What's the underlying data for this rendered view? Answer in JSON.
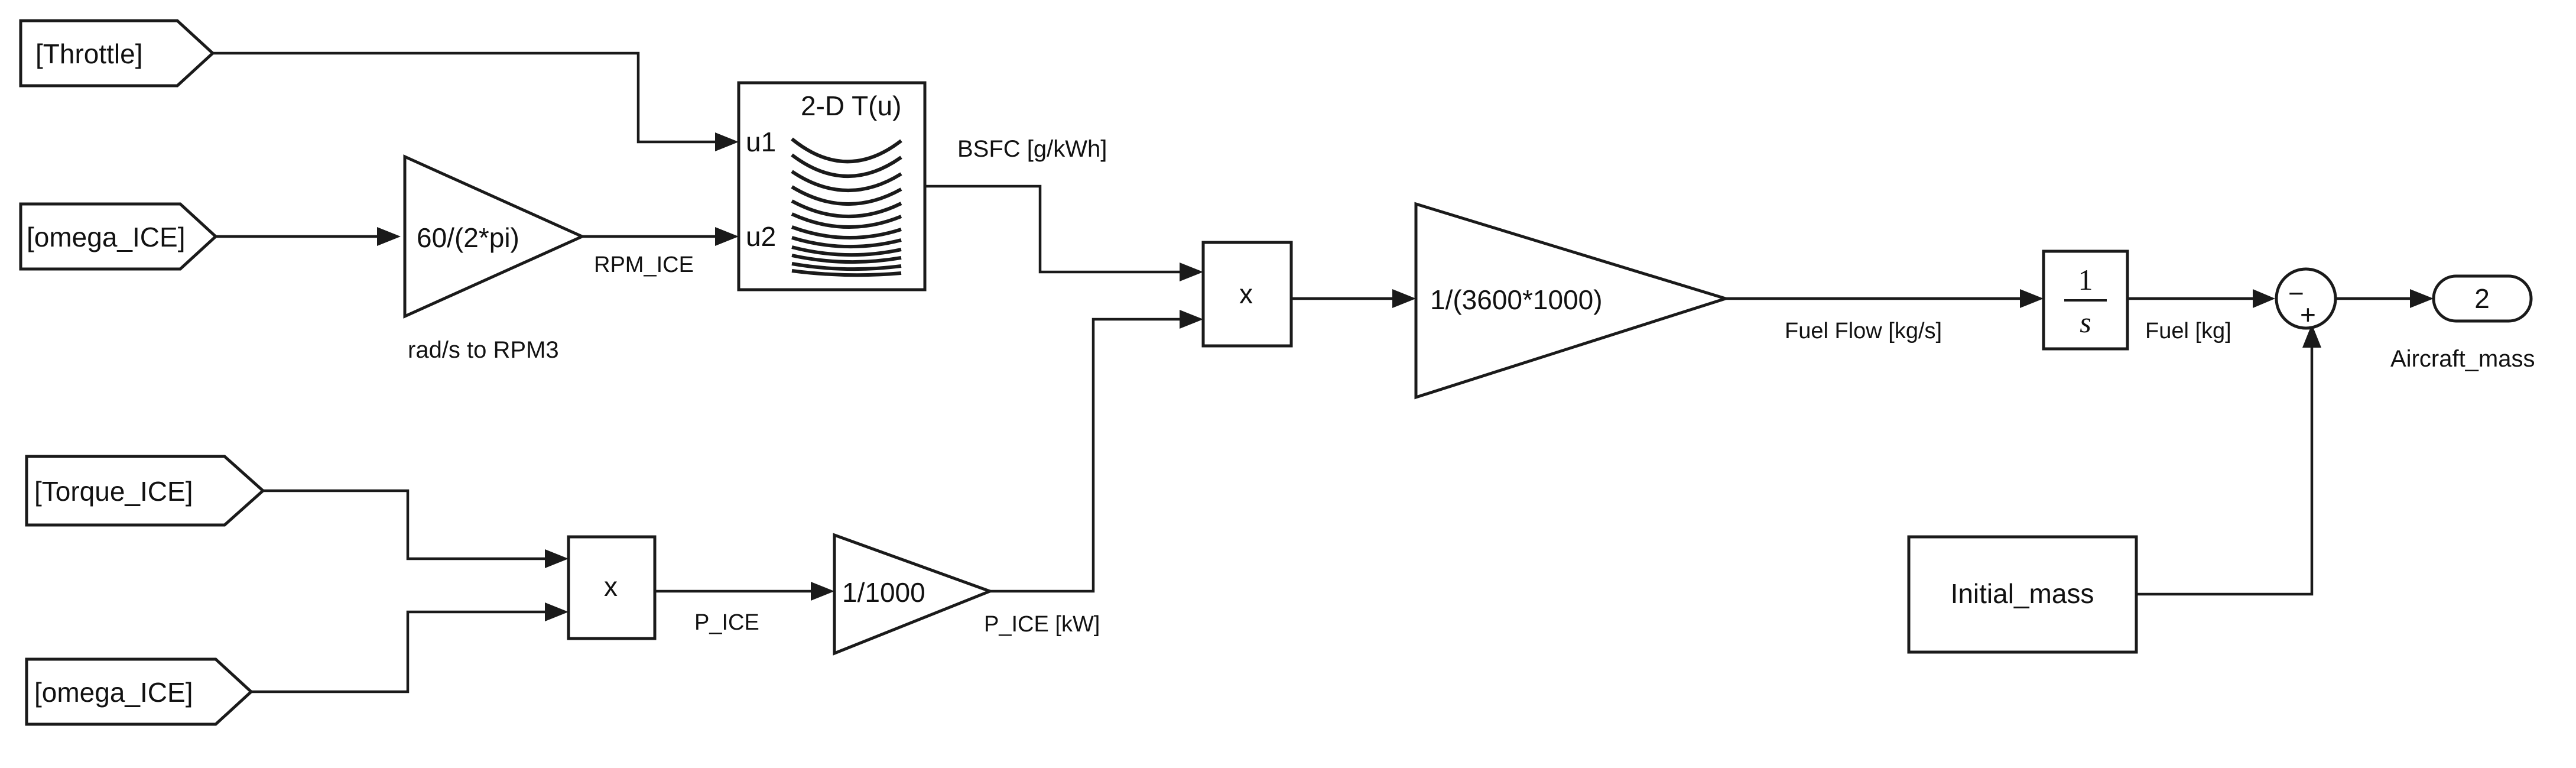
{
  "inputs": {
    "throttle": "[Throttle]",
    "omega_ice_1": "[omega_ICE]",
    "torque_ice": "[Torque_ICE]",
    "omega_ice_2": "[omega_ICE]"
  },
  "blocks": {
    "gain_rpm": "60/(2*pi)",
    "gain_rpm_name": "rad/s to RPM3",
    "lookup_title": "2-D T(u)",
    "lookup_u1": "u1",
    "lookup_u2": "u2",
    "product_1": "x",
    "product_2": "x",
    "gain_kw": "1/1000",
    "gain_fuel": "1/(3600*1000)",
    "integrator_num": "1",
    "integrator_den": "s",
    "sum_minus": "−",
    "sum_plus": "+",
    "initial_mass": "Initial_mass",
    "outport_num": "2",
    "outport_name": "Aircraft_mass"
  },
  "signals": {
    "rpm_ice": "RPM_ICE",
    "bsfc": "BSFC [g/kWh]",
    "p_ice": "P_ICE",
    "p_ice_kw": "P_ICE [kW]",
    "fuel_flow": "Fuel Flow [kg/s]",
    "fuel": "Fuel [kg]"
  }
}
